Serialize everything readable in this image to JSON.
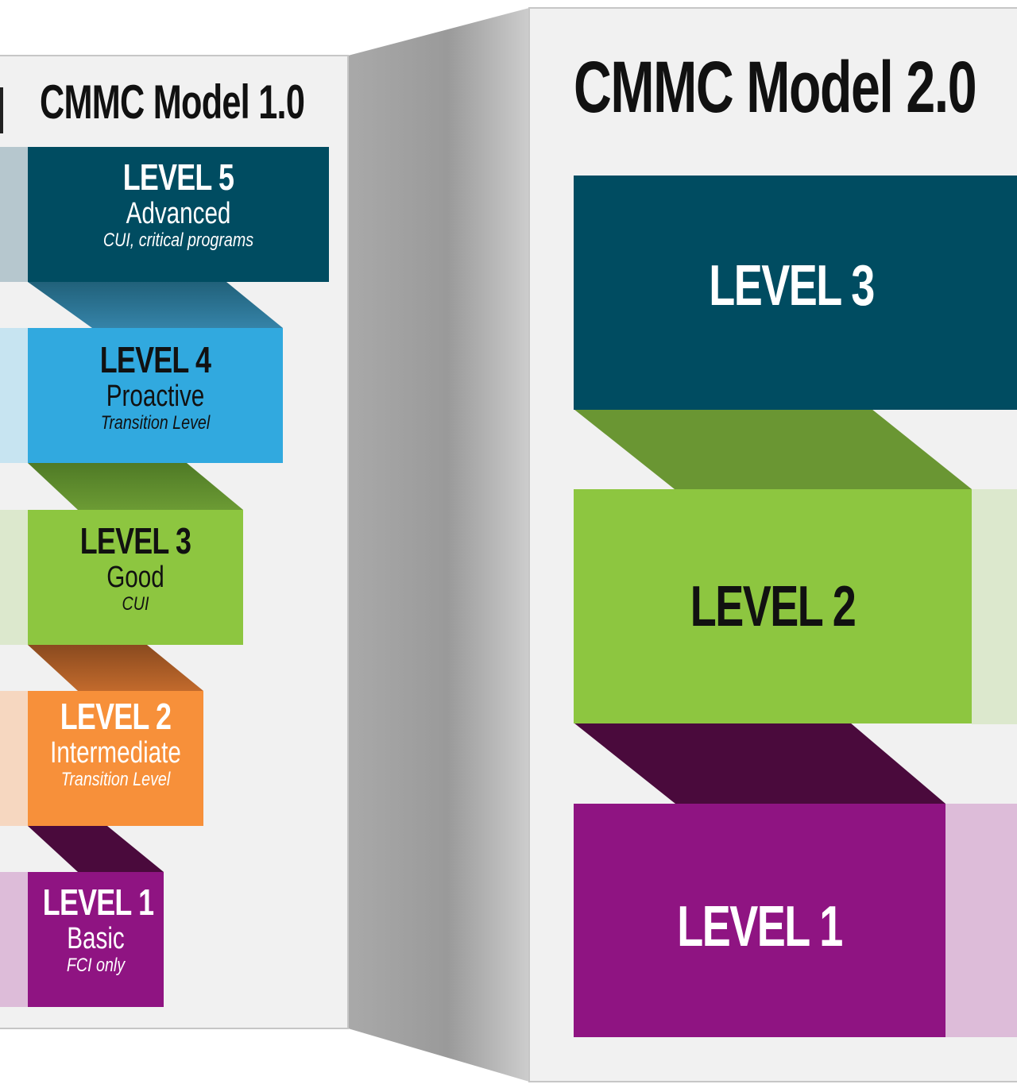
{
  "model_1": {
    "title": "CMMC Model 1.0",
    "levels": [
      {
        "level": "LEVEL 5",
        "name": "Advanced",
        "note": "CUI, critical programs"
      },
      {
        "level": "LEVEL 4",
        "name": "Proactive",
        "note": "Transition Level"
      },
      {
        "level": "LEVEL 3",
        "name": "Good",
        "note": "CUI"
      },
      {
        "level": "LEVEL 2",
        "name": "Intermediate",
        "note": "Transition Level"
      },
      {
        "level": "LEVEL 1",
        "name": "Basic",
        "note": "FCI only"
      }
    ]
  },
  "model_2": {
    "title": "CMMC Model 2.0",
    "levels": [
      {
        "level": "LEVEL 3"
      },
      {
        "level": "LEVEL 2"
      },
      {
        "level": "LEVEL 1"
      }
    ]
  },
  "colors": {
    "level5_navy": "#004c61",
    "level4_blue": "#31a9df",
    "level3_green": "#8dc640",
    "level2_orange": "#f7903a",
    "level1_purple": "#8f1482",
    "panel": "#f1f1f1"
  }
}
